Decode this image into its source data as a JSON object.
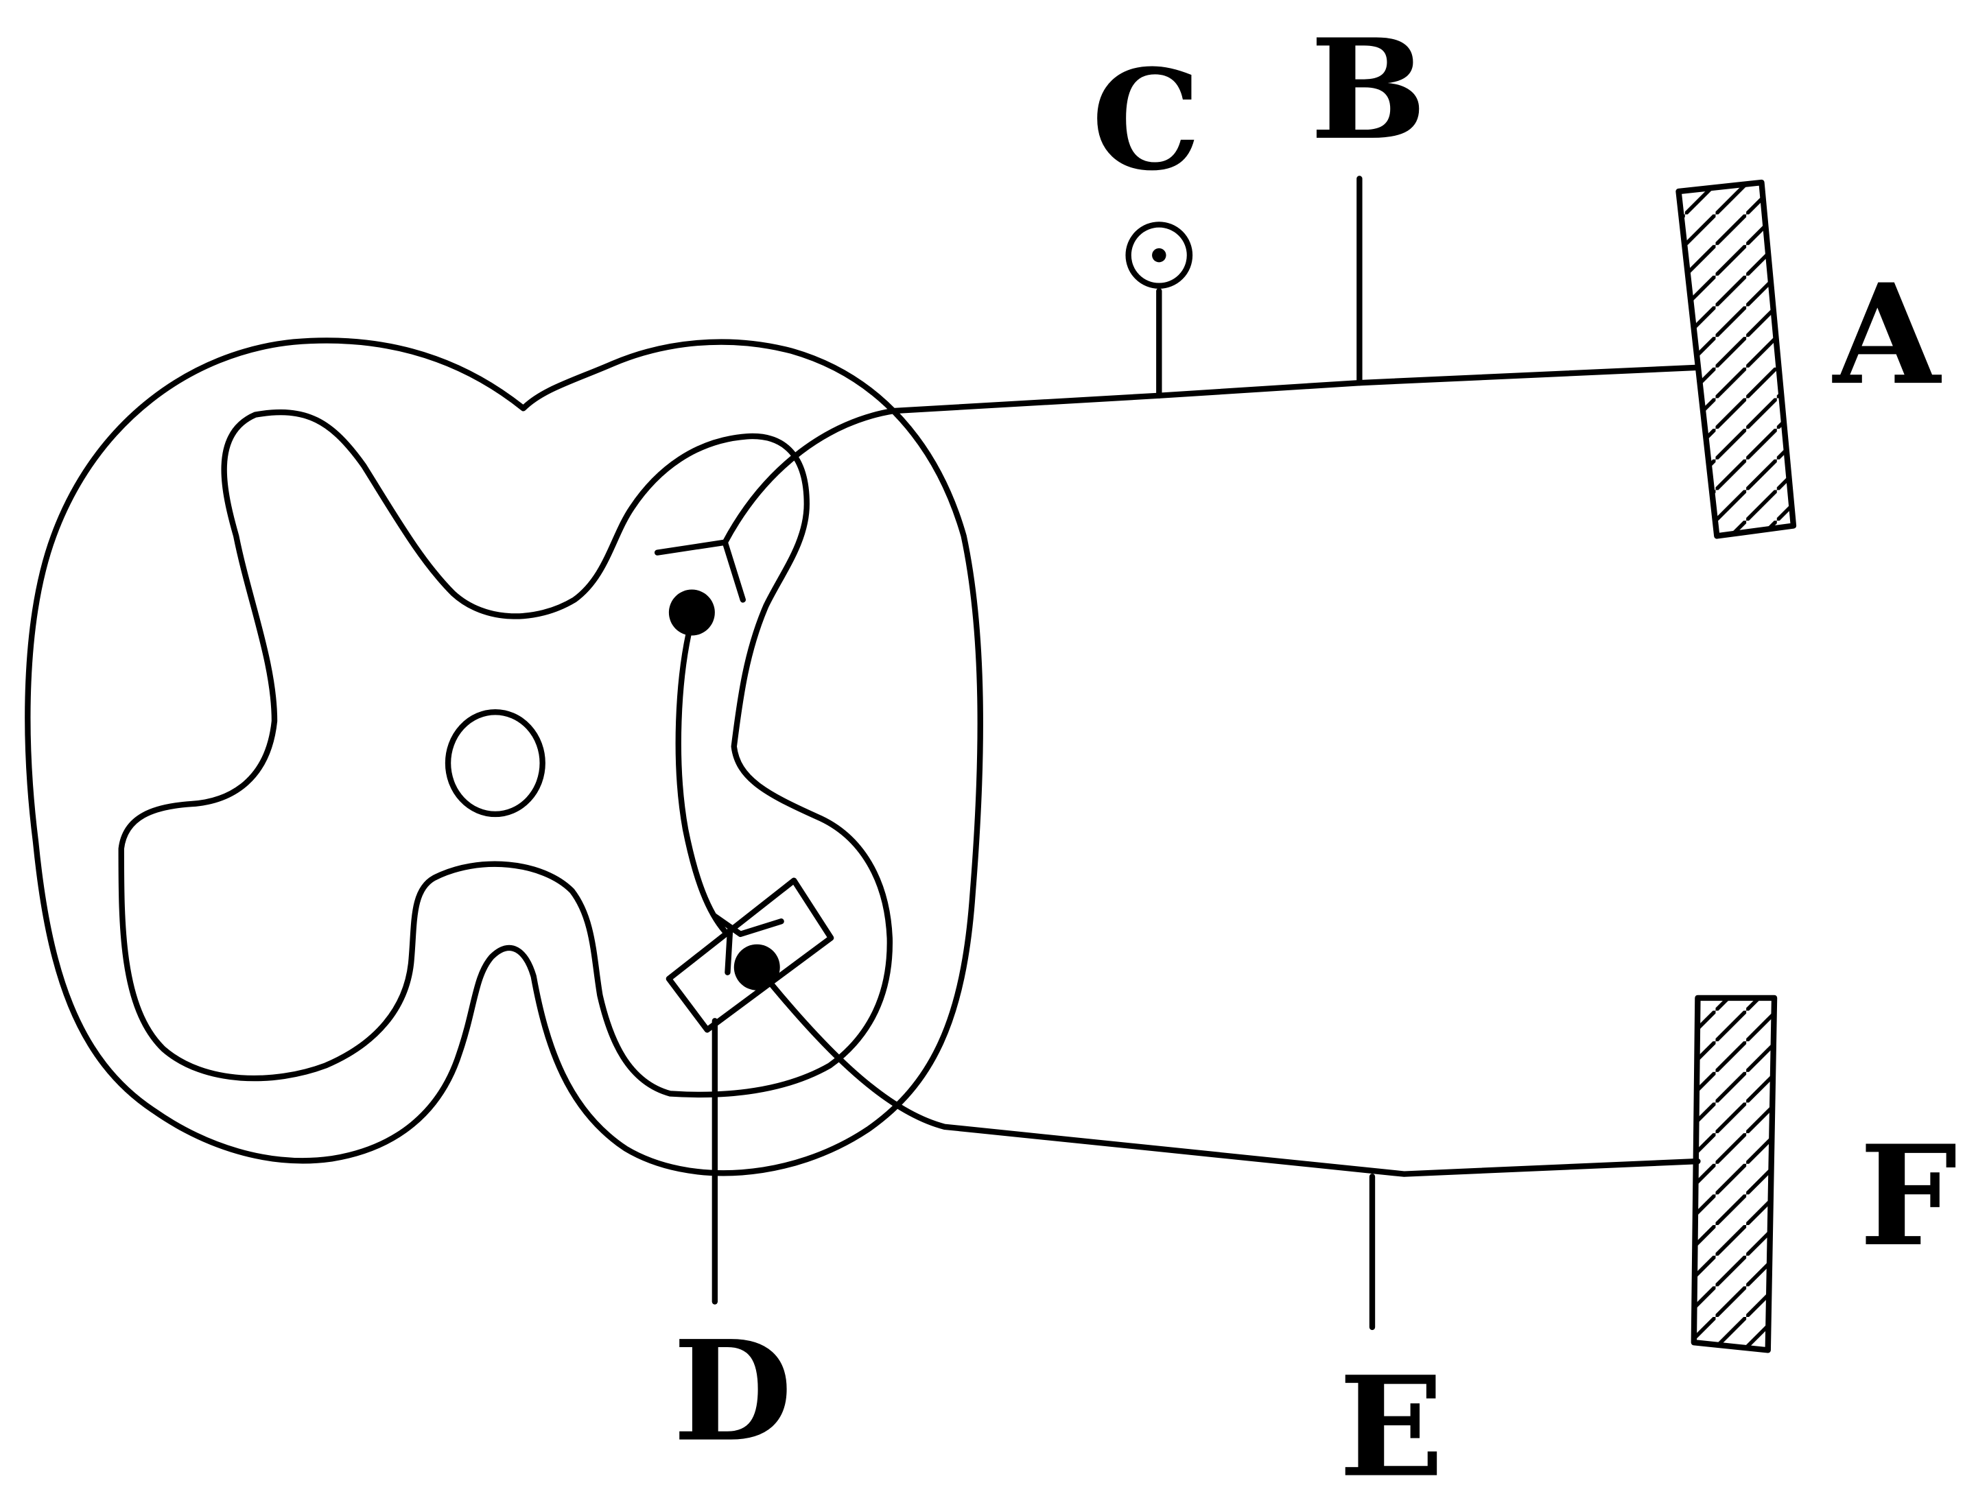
{
  "labels": {
    "a": "A",
    "b": "B",
    "c": "C",
    "d": "D",
    "e": "E",
    "f": "F"
  },
  "colors": {
    "stroke": "#000000",
    "background": "#ffffff"
  }
}
